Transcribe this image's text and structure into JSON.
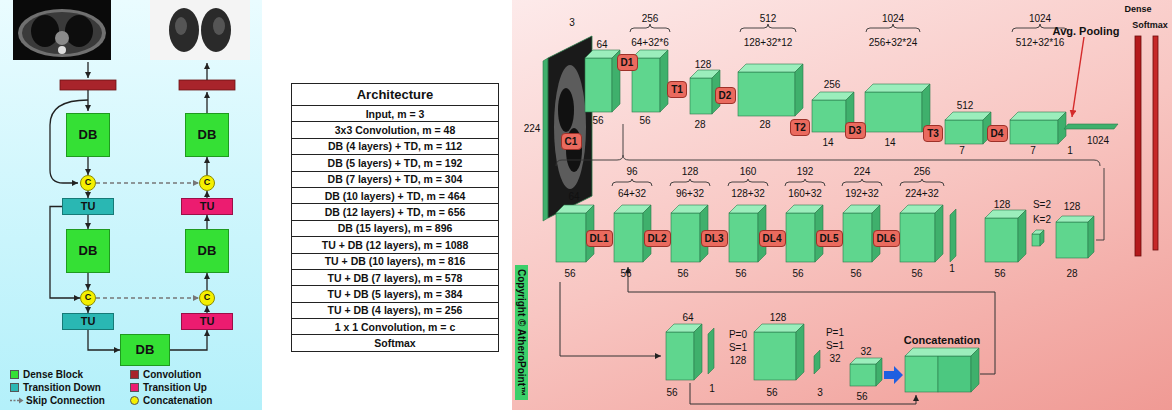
{
  "diagram": {
    "nodes": [
      {
        "text": [
          "DB"
        ]
      },
      {
        "text": [
          "DB"
        ]
      },
      {
        "text": [
          "C"
        ]
      },
      {
        "text": [
          "C"
        ]
      },
      {
        "text": [
          "TU"
        ]
      },
      {
        "text": [
          "TU"
        ]
      },
      {
        "text": [
          "DB"
        ]
      },
      {
        "text": [
          "DB"
        ]
      },
      {
        "text": [
          "C"
        ]
      },
      {
        "text": [
          "C"
        ]
      },
      {
        "text": [
          "TU"
        ]
      },
      {
        "text": [
          "TU"
        ]
      },
      {
        "text": [
          "DB"
        ]
      },
      {
        "text": [
          "C1"
        ]
      },
      {
        "text": [
          "D1"
        ]
      },
      {
        "text": [
          "T1"
        ]
      },
      {
        "text": [
          "D2"
        ]
      },
      {
        "text": [
          "T2"
        ]
      },
      {
        "text": [
          "D3"
        ]
      },
      {
        "text": [
          "T3"
        ]
      },
      {
        "text": [
          "D4"
        ]
      },
      {
        "text": [
          "DL1"
        ]
      },
      {
        "text": [
          "DL2"
        ]
      },
      {
        "text": [
          "DL3"
        ]
      },
      {
        "text": [
          "DL4"
        ]
      },
      {
        "text": [
          "DL5"
        ]
      },
      {
        "text": [
          "DL6"
        ]
      }
    ],
    "edges": [
      {
        "from": 0,
        "to": 2,
        "arrow": "to"
      },
      {
        "from": 2,
        "to": 4,
        "arrow": "to"
      },
      {
        "from": 4,
        "to": 6,
        "arrow": "to"
      },
      {
        "from": 6,
        "to": 8,
        "arrow": "to"
      },
      {
        "from": 8,
        "to": 10,
        "arrow": "to"
      },
      {
        "from": 10,
        "to": 12,
        "arrow": "to"
      },
      {
        "from": 12,
        "to": 11,
        "arrow": "to"
      },
      {
        "from": 11,
        "to": 9,
        "arrow": "to"
      },
      {
        "from": 9,
        "to": 7,
        "arrow": "to"
      },
      {
        "from": 7,
        "to": 5,
        "arrow": "to"
      },
      {
        "from": 5,
        "to": 3,
        "arrow": "to"
      },
      {
        "from": 3,
        "to": 1,
        "arrow": "to"
      },
      {
        "from": 2,
        "to": 3,
        "arrow": "to"
      },
      {
        "from": 8,
        "to": 9,
        "arrow": "to"
      },
      {
        "from": 4,
        "to": 8,
        "arrow": "to"
      }
    ],
    "labels": [
      "Architecture",
      "Input, m = 3",
      "3x3 Convolution, m = 48",
      "DB (4 layers) + TD, m = 112",
      "DB (5 layers) + TD, m = 192",
      "DB (7 layers) + TD, m = 304",
      "DB (10 layers) + TD, m = 464",
      "DB (12 layers) + TD, m = 656",
      "DB (15 layers), m = 896",
      "TU + DB (12 layers), m = 1088",
      "TU + DB (10 layers), m = 816",
      "TU + DB (7 layers), m = 578",
      "TU + DB (5 layers), m = 384",
      "TU + DB (4 layers), m = 256",
      "1 x 1 Convolution, m = c",
      "Softmax",
      "Copyright © AtheroPoint™",
      "3",
      "224",
      "64",
      "56",
      "256",
      "64+32*6",
      "56",
      "128",
      "28",
      "512",
      "128+32*12",
      "28",
      "256",
      "14",
      "1024",
      "256+32*24",
      "14",
      "512",
      "7",
      "1024",
      "512+32*16",
      "7",
      "1024",
      "1",
      "Avg. Pooling",
      "Dense",
      "Softmax",
      "64",
      "56",
      "96",
      "64+32",
      "56",
      "128",
      "96+32",
      "56",
      "160",
      "128+32",
      "56",
      "192",
      "160+32",
      "56",
      "224",
      "192+32",
      "56",
      "256",
      "224+32",
      "56",
      "1",
      "128",
      "56",
      "S=2",
      "K=2",
      "128",
      "28",
      "64",
      "56",
      "1",
      "P=0",
      "S=1",
      "128",
      "128",
      "56",
      "P=1",
      "S=1",
      "32",
      "3",
      "32",
      "56",
      "Concatenation"
    ],
    "legend": [
      {
        "text": "Dense Block",
        "color": "#35e035"
      },
      {
        "text": "Transition Down",
        "color": "#2ab7b3"
      },
      {
        "text": "Skip Connection"
      },
      {
        "text": "Convolution",
        "color": "#a8242b"
      },
      {
        "text": "Transition Up",
        "color": "#ec1c70"
      },
      {
        "text": "Concatenation",
        "color": "#f5f000"
      }
    ]
  }
}
